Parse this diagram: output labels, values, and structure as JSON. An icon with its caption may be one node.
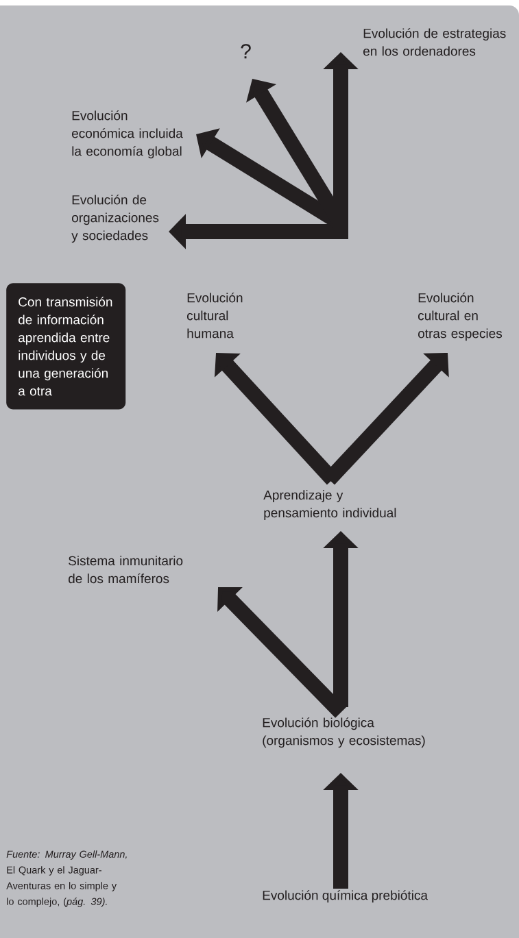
{
  "diagram": {
    "nodes": [
      {
        "text": [
          "Evolución de estrategias en los ordenadores"
        ]
      },
      {
        "text": [
          "?"
        ]
      },
      {
        "text": [
          "Evolución económica incluida la economía global"
        ]
      },
      {
        "text": [
          "Evolución de organizaciones y sociedades"
        ]
      },
      {
        "text": [
          "Con transmisión de información aprendida entre individuos y de una generación a otra"
        ]
      },
      {
        "text": [
          "Evolución cultural humana"
        ]
      },
      {
        "text": [
          "Evolución cultural en otras especies"
        ]
      },
      {
        "text": [
          "Aprendizaje y pensamiento individual"
        ]
      },
      {
        "text": [
          "Sistema inmunitario de los mamíferos"
        ]
      },
      {
        "text": [
          "Evolución biológica (organismos y ecosistemas)"
        ]
      },
      {
        "text": [
          "Evolución química prebiótica"
        ]
      }
    ],
    "edges": [
      {
        "from": 10,
        "to": 9,
        "arrow": "to"
      },
      {
        "from": 9,
        "to": 7,
        "arrow": "to"
      },
      {
        "from": 9,
        "to": 8,
        "arrow": "to"
      },
      {
        "from": 7,
        "to": 5,
        "arrow": "to"
      },
      {
        "from": 7,
        "to": 6,
        "arrow": "to"
      },
      {
        "from": null,
        "to": 3,
        "arrow": "to"
      },
      {
        "from": null,
        "to": 2,
        "arrow": "to"
      },
      {
        "from": null,
        "to": 1,
        "arrow": "to"
      },
      {
        "from": null,
        "to": 0,
        "arrow": "to"
      }
    ],
    "labels": [
      "*Fuente: Murray Gell-Mann,* El Quark y el Jaguar-Aventuras en lo simple y lo complejo, (*pág. 39).*"
    ]
  }
}
